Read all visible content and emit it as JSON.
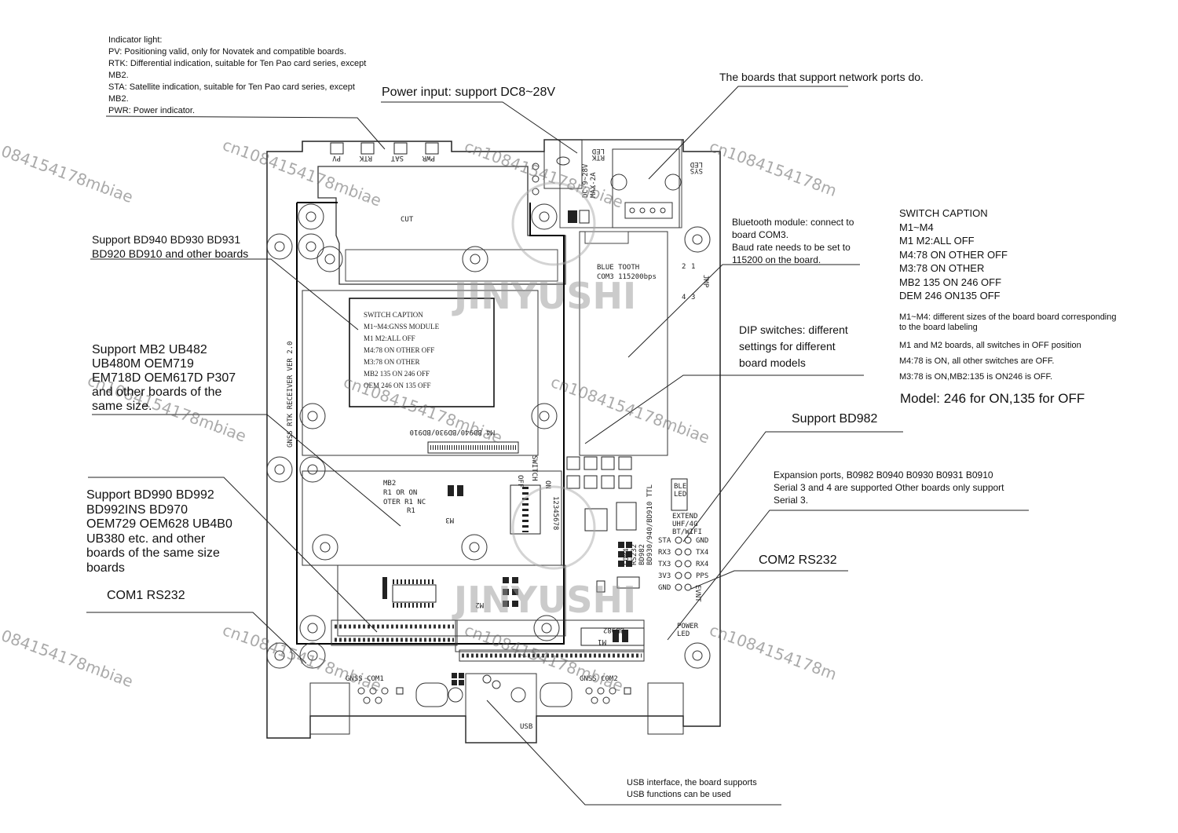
{
  "indicator": {
    "lines": [
      "Indicator light:",
      "PV: Positioning valid, only for Novatek and compatible boards.",
      "RTK: Differential indication, suitable for Ten Pao card series, except",
      "MB2.",
      "STA: Satellite indication, suitable for Ten Pao card series, except",
      "MB2.",
      "PWR: Power indicator."
    ]
  },
  "callouts": {
    "power_input": "Power input: support DC8~28V",
    "network": "The boards that support network ports do.",
    "bd940": [
      "Support BD940 BD930 BD931",
      "BD920 BD910  and other boards"
    ],
    "mb2": [
      "Support MB2 UB482",
      "UB480M OEM719",
      "EM718D OEM617D P307",
      "and other boards of the",
      "same size."
    ],
    "bd990": [
      "Support BD990 BD992",
      "BD992INS BD970",
      "OEM729 OEM628 UB4B0",
      "UB380 etc. and other",
      "boards of the same size",
      "boards"
    ],
    "com1": "COM1 RS232",
    "bluetooth": [
      "Bluetooth module: connect to",
      "board COM3.",
      "Baud rate needs to be set to",
      "115200 on the board."
    ],
    "dip": [
      "DIP switches: different",
      "settings for different",
      "board models"
    ],
    "bd982": "Support BD982",
    "expansion": [
      "Expansion ports, B0982 B0940 B0930 B0931 B0910",
      "Serial 3 and 4 are supported Other boards only support",
      "Serial 3."
    ],
    "com2": "COM2   RS232",
    "usb": [
      "USB interface, the board supports",
      "USB functions can be used"
    ]
  },
  "switch_caption": {
    "lines": [
      "SWITCH CAPTION",
      "M1~M4",
      "M1 M2:ALL OFF",
      "M4:78 ON OTHER OFF",
      "M3:78 ON OTHER",
      "MB2 135 ON 246 OFF",
      "DEM 246 ON135 OFF"
    ],
    "notes": [
      "M1~M4: different sizes of the board board corresponding",
      "to the board labeling",
      "M1 and M2 boards, all switches in OFF position",
      "M4:78 is ON, all other switches are OFF.",
      "M3:78 is ON,MB2:135 is ON246 is OFF."
    ],
    "model": "Model: 246 for ON,135 for OFF"
  },
  "pcb": {
    "box_lines": [
      "SWITCH CAPTION",
      "M1~M4:GNSS MODULE",
      "M1 M2:ALL OFF",
      "M4:78 ON OTHER OFF",
      "M3:78 ON OTHER",
      "MB2 135 ON 246 OFF",
      "OEM 246 ON 135 OFF"
    ],
    "cut": "CUT",
    "leds": [
      "PV",
      "RTK",
      "SAT",
      "PWR"
    ],
    "vertical_title": "GNSS  RTK  RECEIVER  VER 2.0",
    "bd_label": "M4  BD940/BD930/BD910",
    "mb2_lines": [
      "MB2",
      "R1 OR ON",
      "OTER R1 NC"
    ],
    "r1": "R1",
    "m3": "M3",
    "m2": "M2",
    "m1": "M1",
    "bd982": "BD982",
    "bluetooth": [
      "BLUE TOOTH",
      "COM3 115200bps"
    ],
    "jmp": "JMP",
    "jmp_nums": [
      "2",
      "1",
      "4",
      "3"
    ],
    "power": [
      "DC-9~28V",
      "MAX-2A"
    ],
    "rtk_led": [
      "RTK",
      "LED"
    ],
    "sys_led": [
      "SYS",
      "LED"
    ],
    "ble_led": [
      "BLE",
      "LED"
    ],
    "extend": [
      "EXTEND",
      "UHF/4G",
      "BT/WIFI"
    ],
    "ext_left": [
      "STA",
      "RX3",
      "TX3",
      "3V3",
      "GND"
    ],
    "ext_right": [
      "GND",
      "TX4",
      "RX4",
      "PPS",
      "EVNT"
    ],
    "com4": [
      "COM4",
      "RS232",
      "BD982",
      "BD930/940/BD910 TTL"
    ],
    "power_led": [
      "POWER",
      "LED"
    ],
    "switch": [
      "SWITCH",
      "OFF",
      "ON",
      "12345678"
    ],
    "gnss_com1": "GNSS  COM1",
    "gnss_com2": "GNSS  COM2",
    "usb": "USB"
  },
  "watermark": {
    "brand": "JINYUSHI",
    "code": "cn1084154178mbiae",
    "code_left": "084154178mbiae",
    "code_right": "cn1084154178m"
  }
}
